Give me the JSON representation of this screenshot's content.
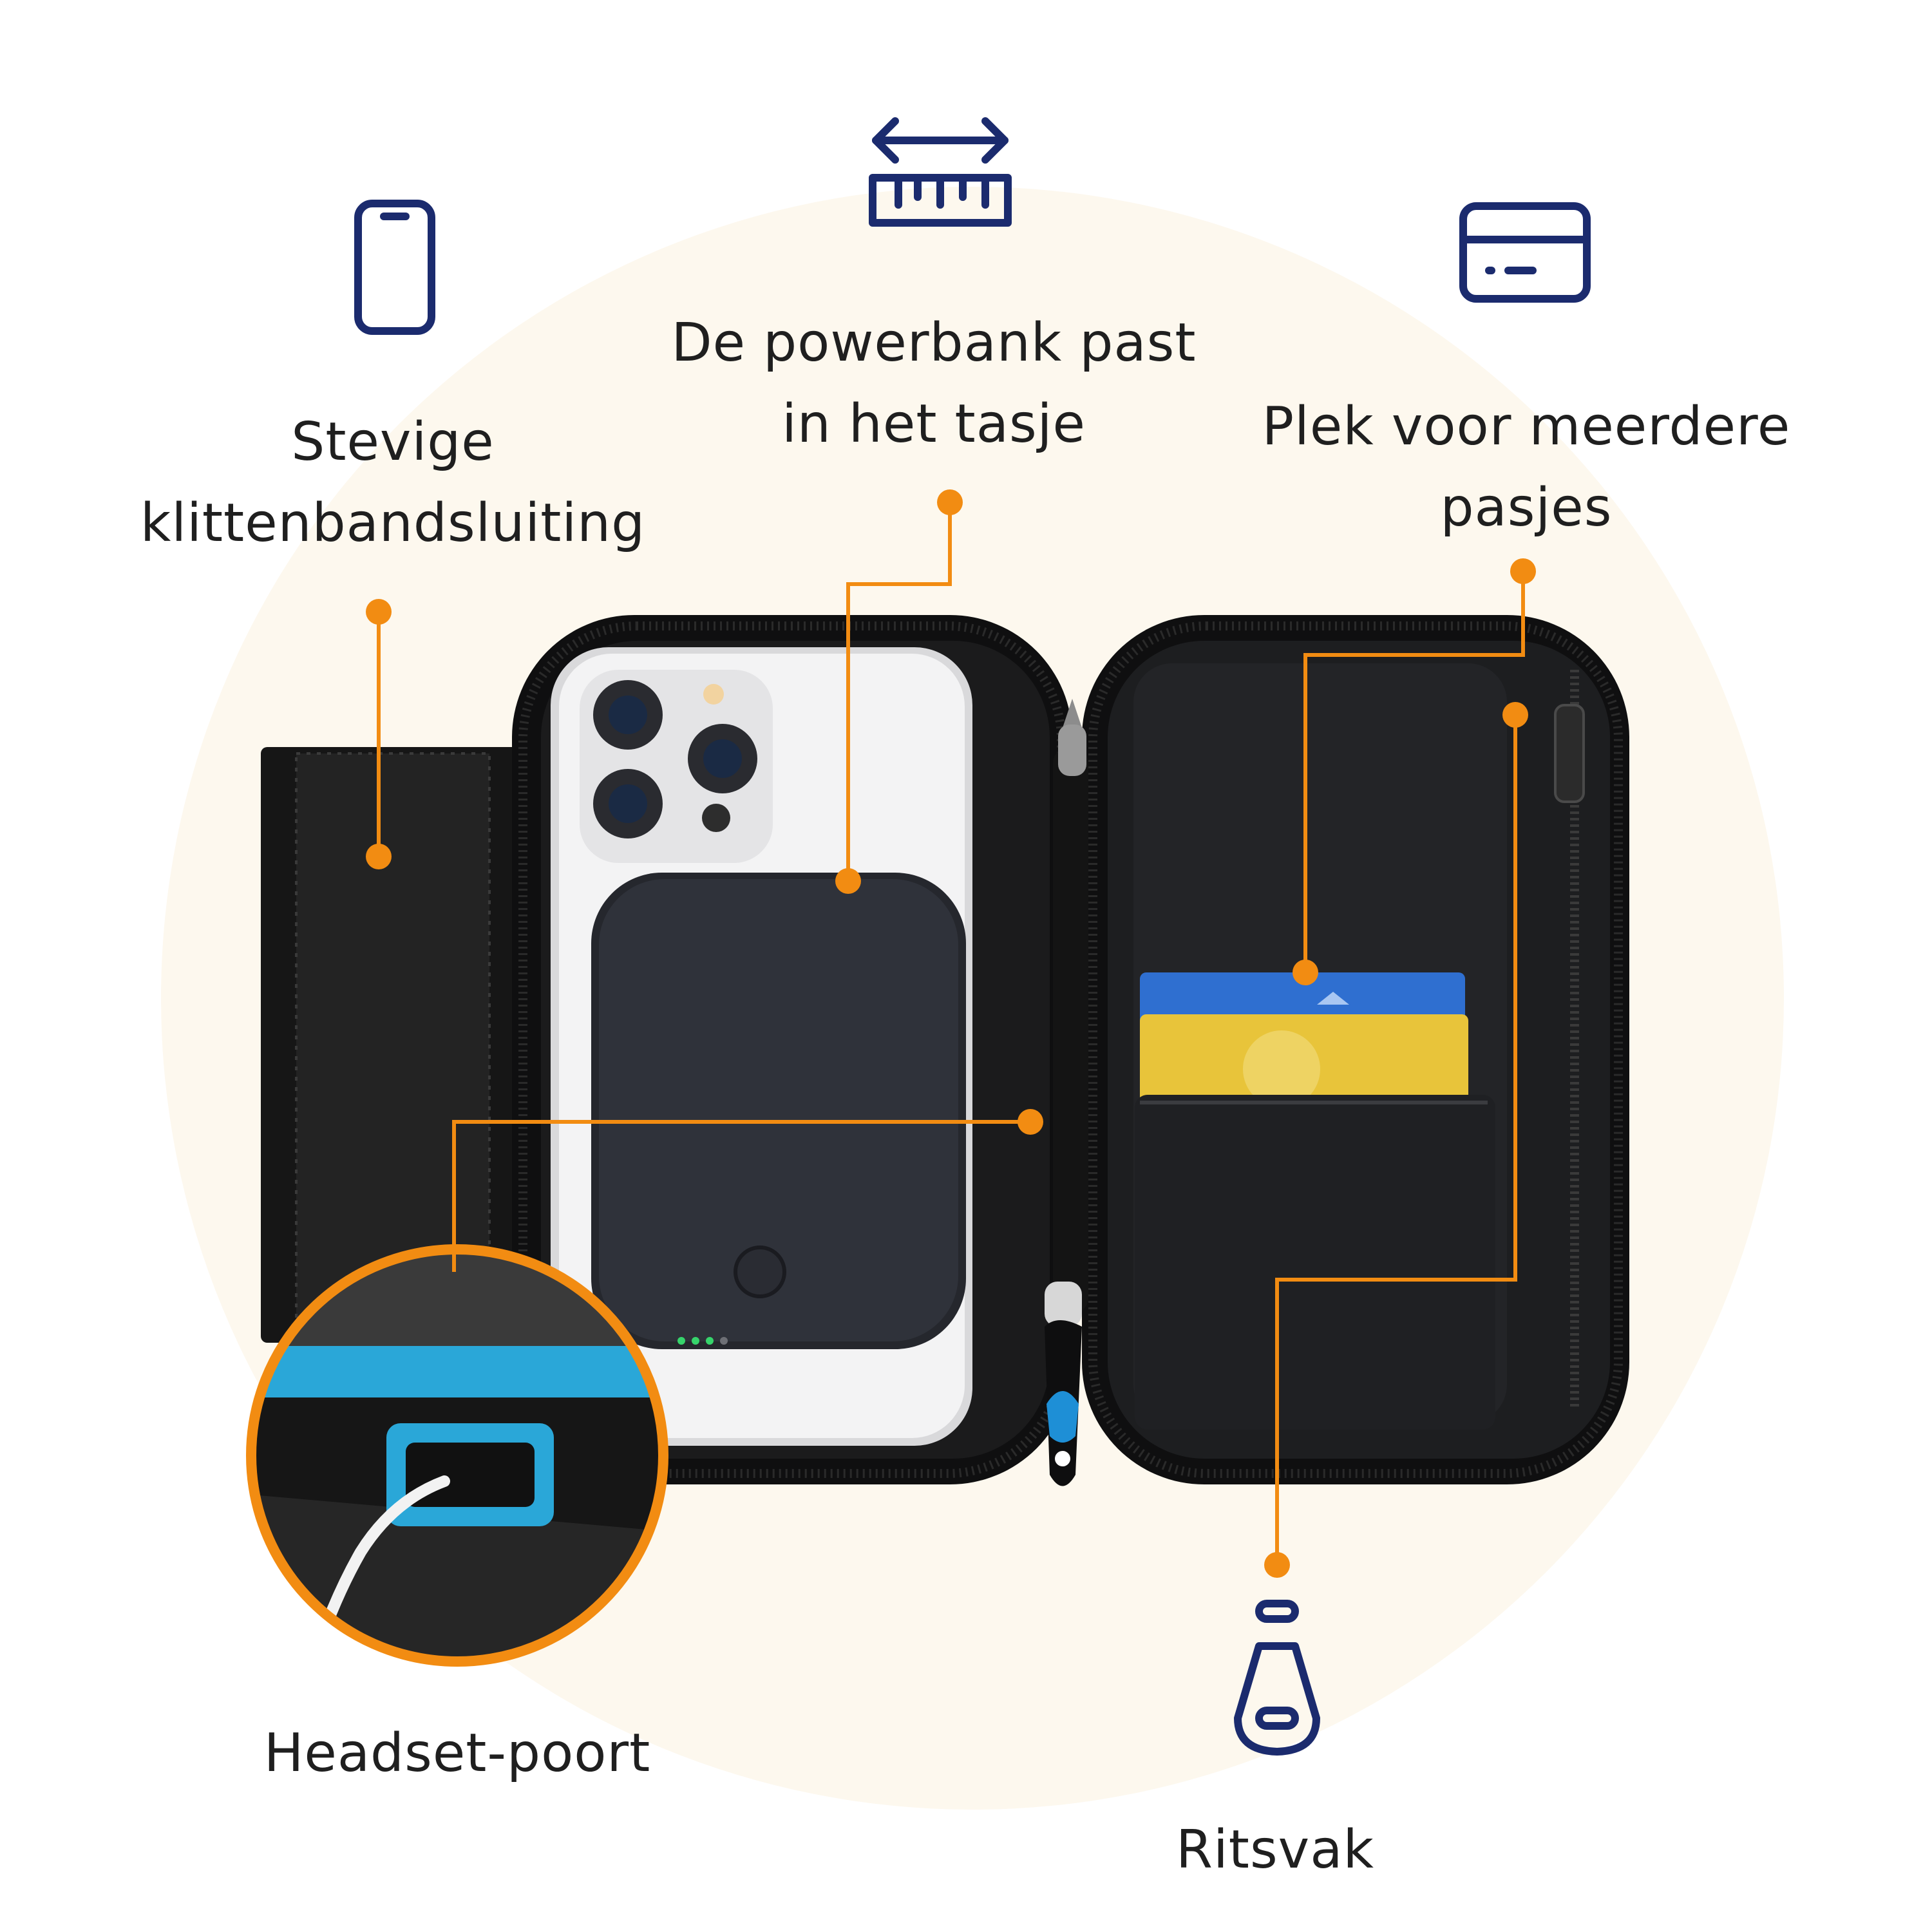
{
  "labels": {
    "closure": [
      "Stevige",
      "klittenbandsluiting"
    ],
    "powerbank": [
      "De powerbank past",
      "in het tasje"
    ],
    "cards": [
      "Plek voor meerdere",
      "pasjes"
    ],
    "headset": "Headset-poort",
    "zip": "Ritsvak"
  },
  "icons": {
    "closure": "phone-outline-icon",
    "powerbank": "ruler-width-icon",
    "cards": "credit-card-icon",
    "zip": "zipper-pull-icon"
  },
  "colors": {
    "accent": "#F28C12",
    "icon": "#1B2B6E",
    "background_circle": "#FDF8EE",
    "text": "#1F1F1F"
  }
}
